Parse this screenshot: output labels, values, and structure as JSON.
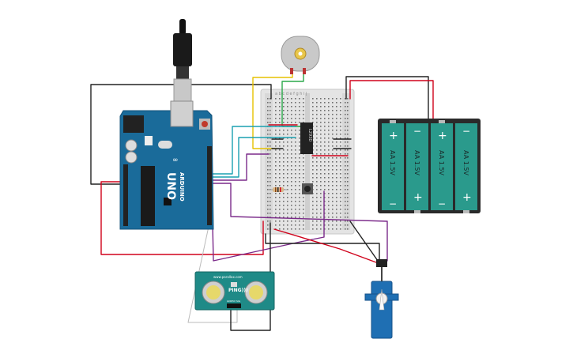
{
  "arduino": {
    "logo_text": "ARDUINO",
    "model": "UNO"
  },
  "battery": {
    "cells": [
      "AA 1.5V",
      "AA 1.5V",
      "AA 1.5V",
      "AA 1.5V"
    ],
    "plus": "+",
    "minus": "−"
  },
  "ic": {
    "label": "L293D"
  },
  "ultrasonic": {
    "brand": "www.parallax.com",
    "name": "PING)))",
    "pins": [
      "GND",
      "5V",
      "SIG"
    ]
  },
  "breadboard": {
    "column_letters": "a b c d e     f g h i j"
  },
  "colors": {
    "arduino_board": "#1a6b9a",
    "breadboard": "#e6e6e6",
    "battery_cell": "#2a9a8c",
    "sensor": "#1f8a87",
    "servo": "#1f6fb3",
    "wire_red": "#d0021b",
    "wire_black": "#222222",
    "wire_purple": "#7b2a8a",
    "wire_teal": "#1aa0b0",
    "wire_yellow": "#e6c200",
    "wire_green": "#2aa84a"
  }
}
